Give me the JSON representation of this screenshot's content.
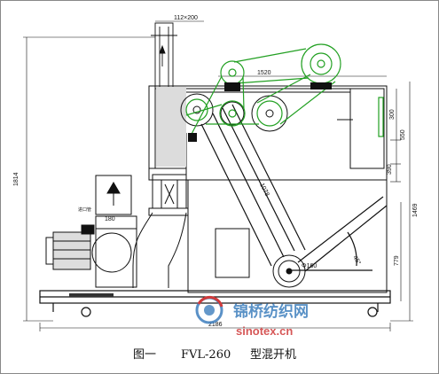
{
  "dimensions": {
    "duct": "112×200",
    "total_width": "1520",
    "overall_height": "1814",
    "side_height": "1469",
    "right_300": "300",
    "right_550": "550",
    "right_390": "390",
    "right_779": "779",
    "belt_length": "1078",
    "fan_outlet": "180",
    "pulley": "Φ160",
    "angle": "45°",
    "base_length": "2186"
  },
  "labels": {
    "small_tag": "进口管"
  },
  "watermark": {
    "cn": "锦桥纺织网",
    "en": "sinotex.cn"
  },
  "caption": {
    "figure": "图一",
    "model": "FVL-260",
    "name": "型混开机"
  },
  "colors": {
    "line": "#111111",
    "green": "#22a022",
    "watermark_blue": "#3d7ebd",
    "watermark_red": "#d03a3a",
    "frame_bg": "#eeeeee"
  }
}
